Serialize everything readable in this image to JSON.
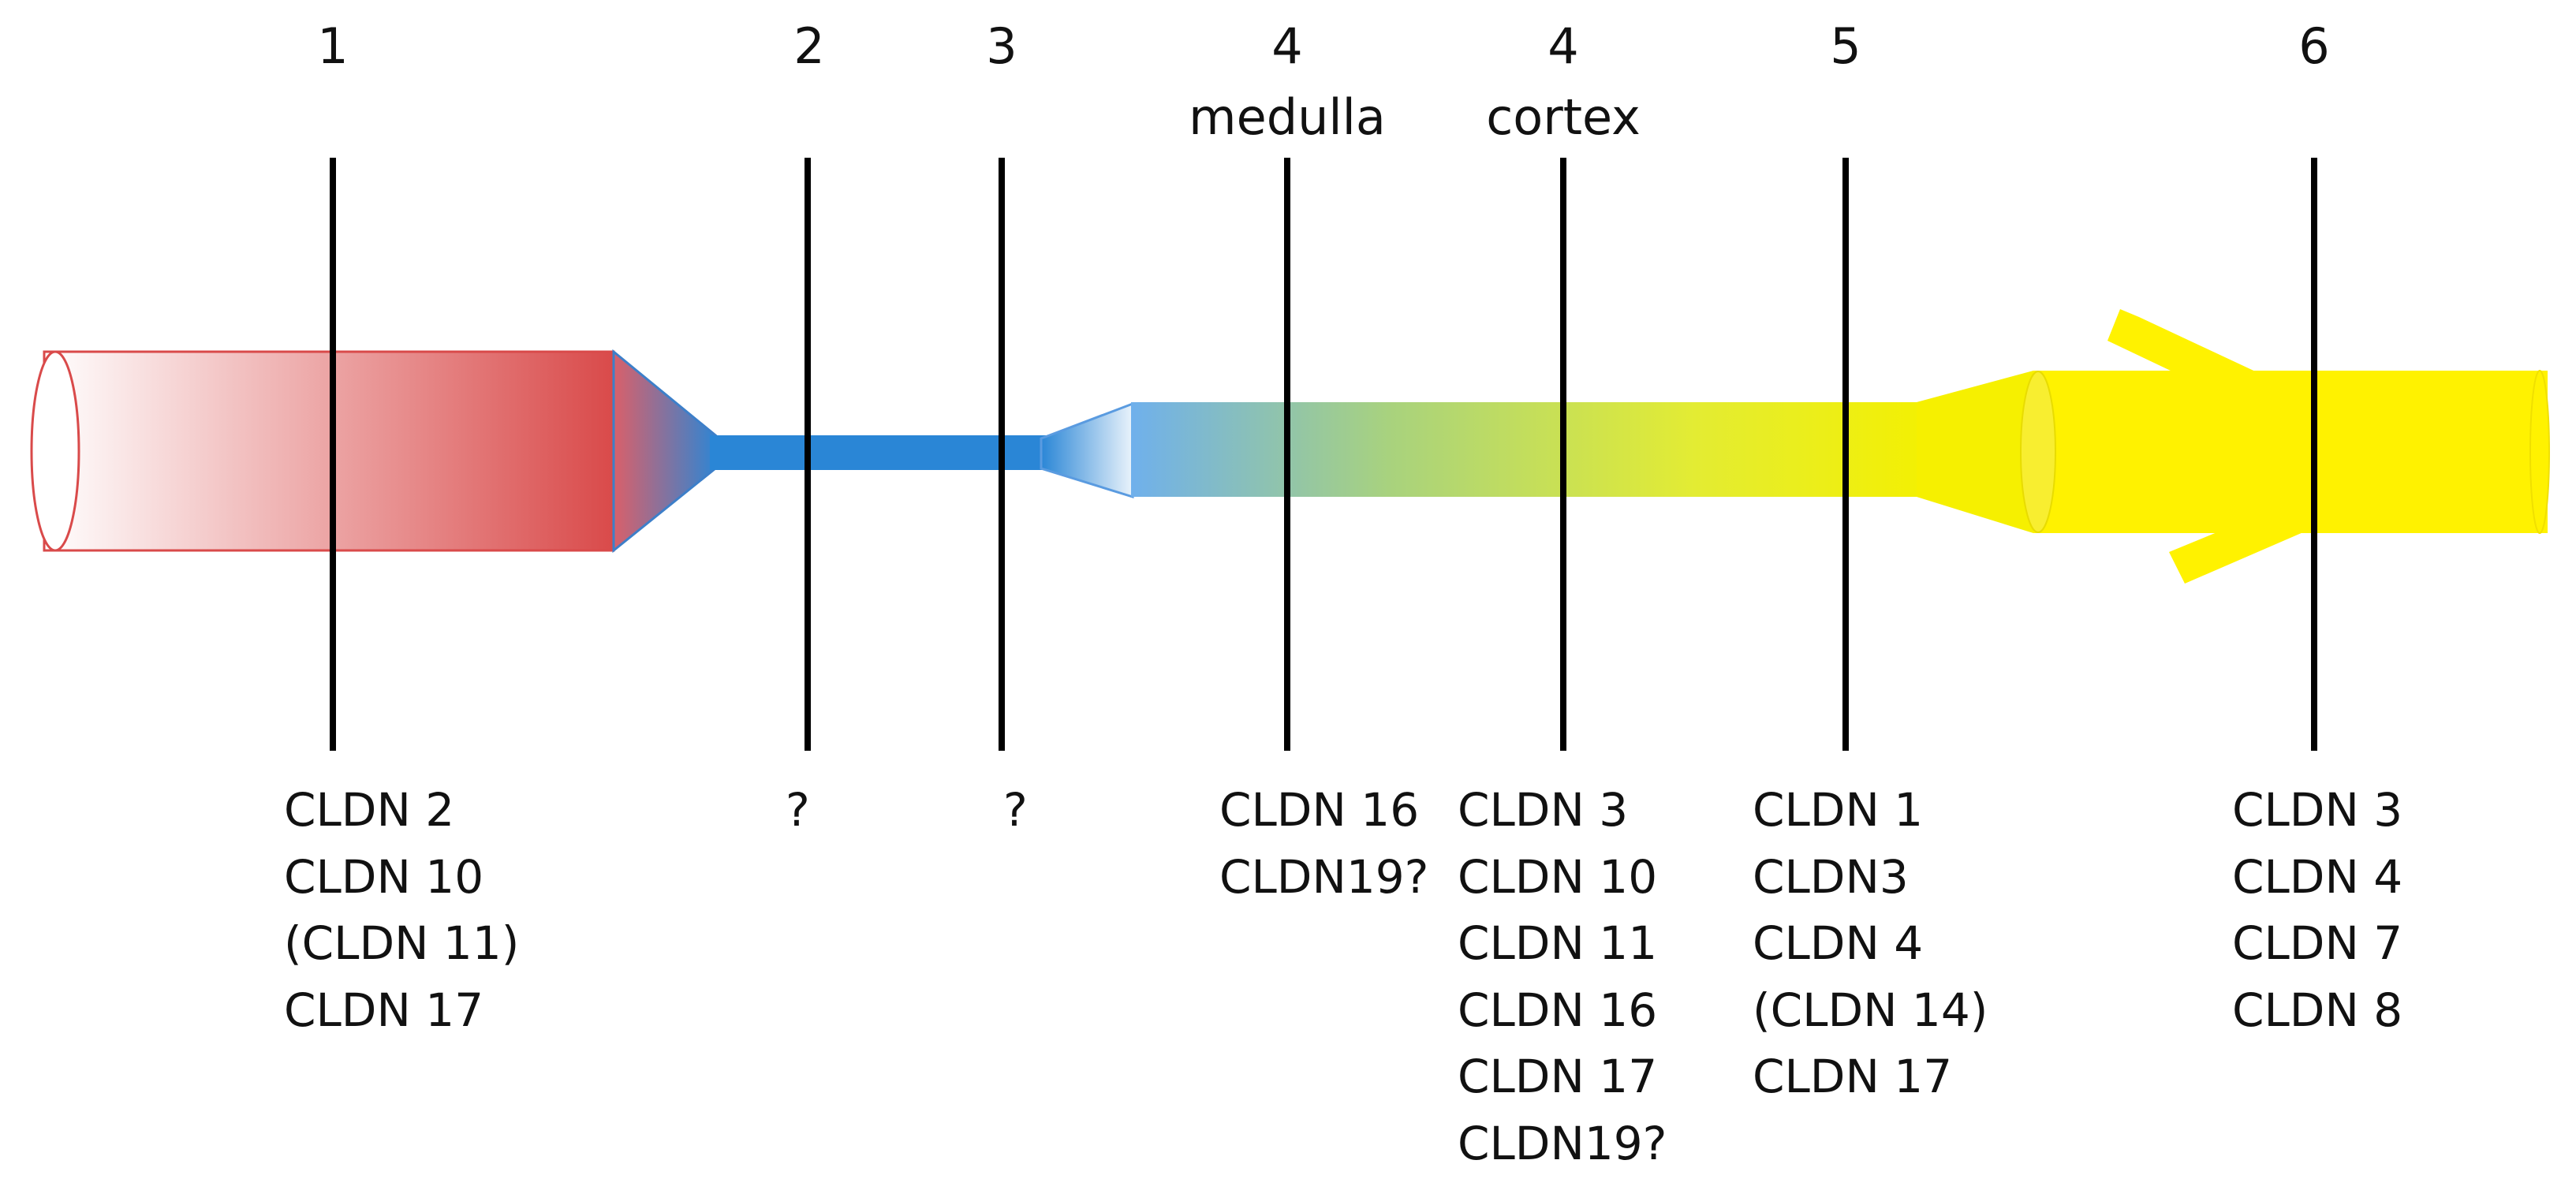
{
  "segments": [
    {
      "number": "1",
      "sub": "",
      "claudins": [
        "CLDN 2",
        "CLDN 10",
        "(CLDN 11)",
        "CLDN 17"
      ]
    },
    {
      "number": "2",
      "sub": "",
      "claudins": [
        "?"
      ]
    },
    {
      "number": "3",
      "sub": "",
      "claudins": [
        "?"
      ]
    },
    {
      "number": "4",
      "sub": "medulla",
      "claudins": [
        "CLDN 16",
        "CLDN19?"
      ]
    },
    {
      "number": "4",
      "sub": "cortex",
      "claudins": [
        "CLDN 3",
        "CLDN 10",
        "CLDN 11",
        "CLDN 16",
        "CLDN 17",
        "CLDN19?"
      ]
    },
    {
      "number": "5",
      "sub": "",
      "claudins": [
        "CLDN 1",
        "CLDN3",
        "CLDN 4",
        "(CLDN 14)",
        "CLDN 17"
      ]
    },
    {
      "number": "6",
      "sub": "",
      "claudins": [
        "CLDN 3",
        "CLDN 4",
        "CLDN 7",
        "CLDN 8"
      ]
    }
  ],
  "colors": {
    "proximal_red": "#d94a4a",
    "thin_limb_blue": "#2a86d6",
    "distal_yellow": "#fff200",
    "divider_line": "#000000"
  }
}
